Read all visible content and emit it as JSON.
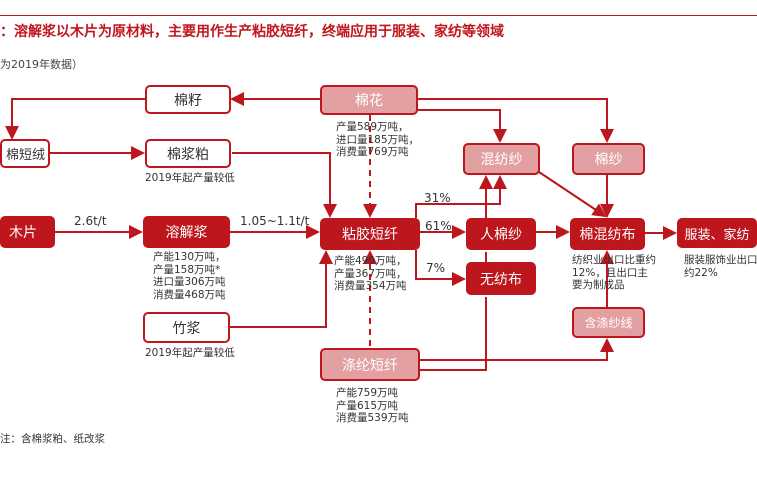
{
  "title": "：溶解浆以木片为原材料，主要用作生产粘胶短纤，终端应用于服装、家纺等领域",
  "subtitle": "为2019年数据）",
  "nodes": {
    "cotton_seed": "棉籽",
    "cotton": "棉花",
    "linter": "棉短绒",
    "cotton_pulp": "棉浆粕",
    "wood_chips": "木片",
    "dissolving_pulp": "溶解浆",
    "viscose": "粘胶短纤",
    "blended_yarn": "混纺纱",
    "cotton_yarn": "棉纱",
    "rayon_yarn": "人棉纱",
    "nonwoven": "无纺布",
    "blended_fabric": "棉混纺布",
    "apparel": "服装、家纺",
    "poly_yarn": "含涤纱线",
    "bamboo_pulp": "竹浆",
    "polyester": "涤纶短纤"
  },
  "notes": {
    "cotton": [
      "产量589万吨，",
      "进口量185万吨，",
      "消费量769万吨"
    ],
    "cotton_pulp": "2019年起产量较低",
    "dissolving_pulp": [
      "产能130万吨，",
      "产量158万吨*",
      "进口量306万吨",
      "消费量468万吨"
    ],
    "viscose": [
      "产能490万吨，",
      "产量367万吨，",
      "消费量354万吨"
    ],
    "bamboo": "2019年起产量较低",
    "polyester": [
      "产能759万吨",
      "产量615万吨",
      "消费量539万吨"
    ],
    "fabric": [
      "纺织业出口比重约",
      "12%，且出口主",
      "要为制成品"
    ],
    "apparel": [
      "服装服饰业出口",
      "约22%"
    ],
    "footnote": "注：含棉浆粕、纸改浆"
  },
  "labels": {
    "ratio1": "2.6t/t",
    "ratio2": "1.05~1.1t/t",
    "p31": "31%",
    "p61": "61%",
    "p7": "7%"
  }
}
